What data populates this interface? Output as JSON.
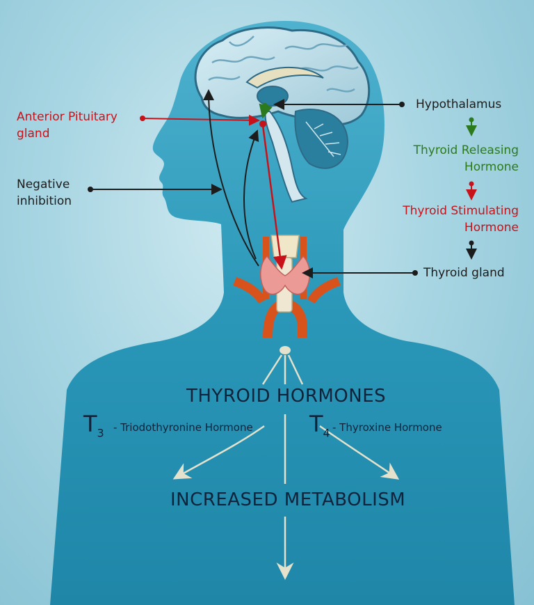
{
  "labels": {
    "anterior_pituitary": [
      "Anterior Pituitary",
      "gland"
    ],
    "hypothalamus": "Hypothalamus",
    "trh": [
      "Thyroid Releasing",
      "Hormone"
    ],
    "tsh": [
      "Thyroid Stimulating",
      "Hormone"
    ],
    "negative_inhibition": [
      "Negative",
      "inhibition"
    ],
    "thyroid_gland": "Thyroid gland",
    "thyroid_hormones": "THYROID HORMONES",
    "t3": {
      "letter": "T",
      "sub": "3",
      "desc": "- Triodothyronine Hormone"
    },
    "t4": {
      "letter": "T",
      "sub": "4",
      "desc": "- Thyroxine Hormone"
    },
    "increased_metabolism": "INCREASED METABOLISM"
  },
  "colors": {
    "body": "#2a97b8",
    "pointer_black": "#1c1c1c",
    "pointer_red": "#c8121a",
    "pointer_green": "#2c7a1e",
    "artery": "#d8521c",
    "thyroid": "#ec9a96",
    "metabolism_arrow": "#e4e2cc"
  }
}
